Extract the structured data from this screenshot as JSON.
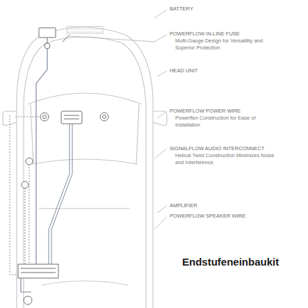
{
  "diagram": {
    "title": "Endstufeneinbaukit",
    "labels": [
      "BATTERY",
      "POWERFLOW IN-LINE FUSE",
      "Multi-Gauge Design for Versatility and Superior Protection",
      "HEAD UNIT",
      "POWERFLOW POWER WIRE",
      "Powerflex Construction for Ease of Installation",
      "SIGNALFLOW AUDIO INTERCONNECT",
      "Helical Twist Construction Minimizes Noise and Interference",
      "AMPLIFIER",
      "POWERFLOW SPEAKER WIRE"
    ]
  }
}
